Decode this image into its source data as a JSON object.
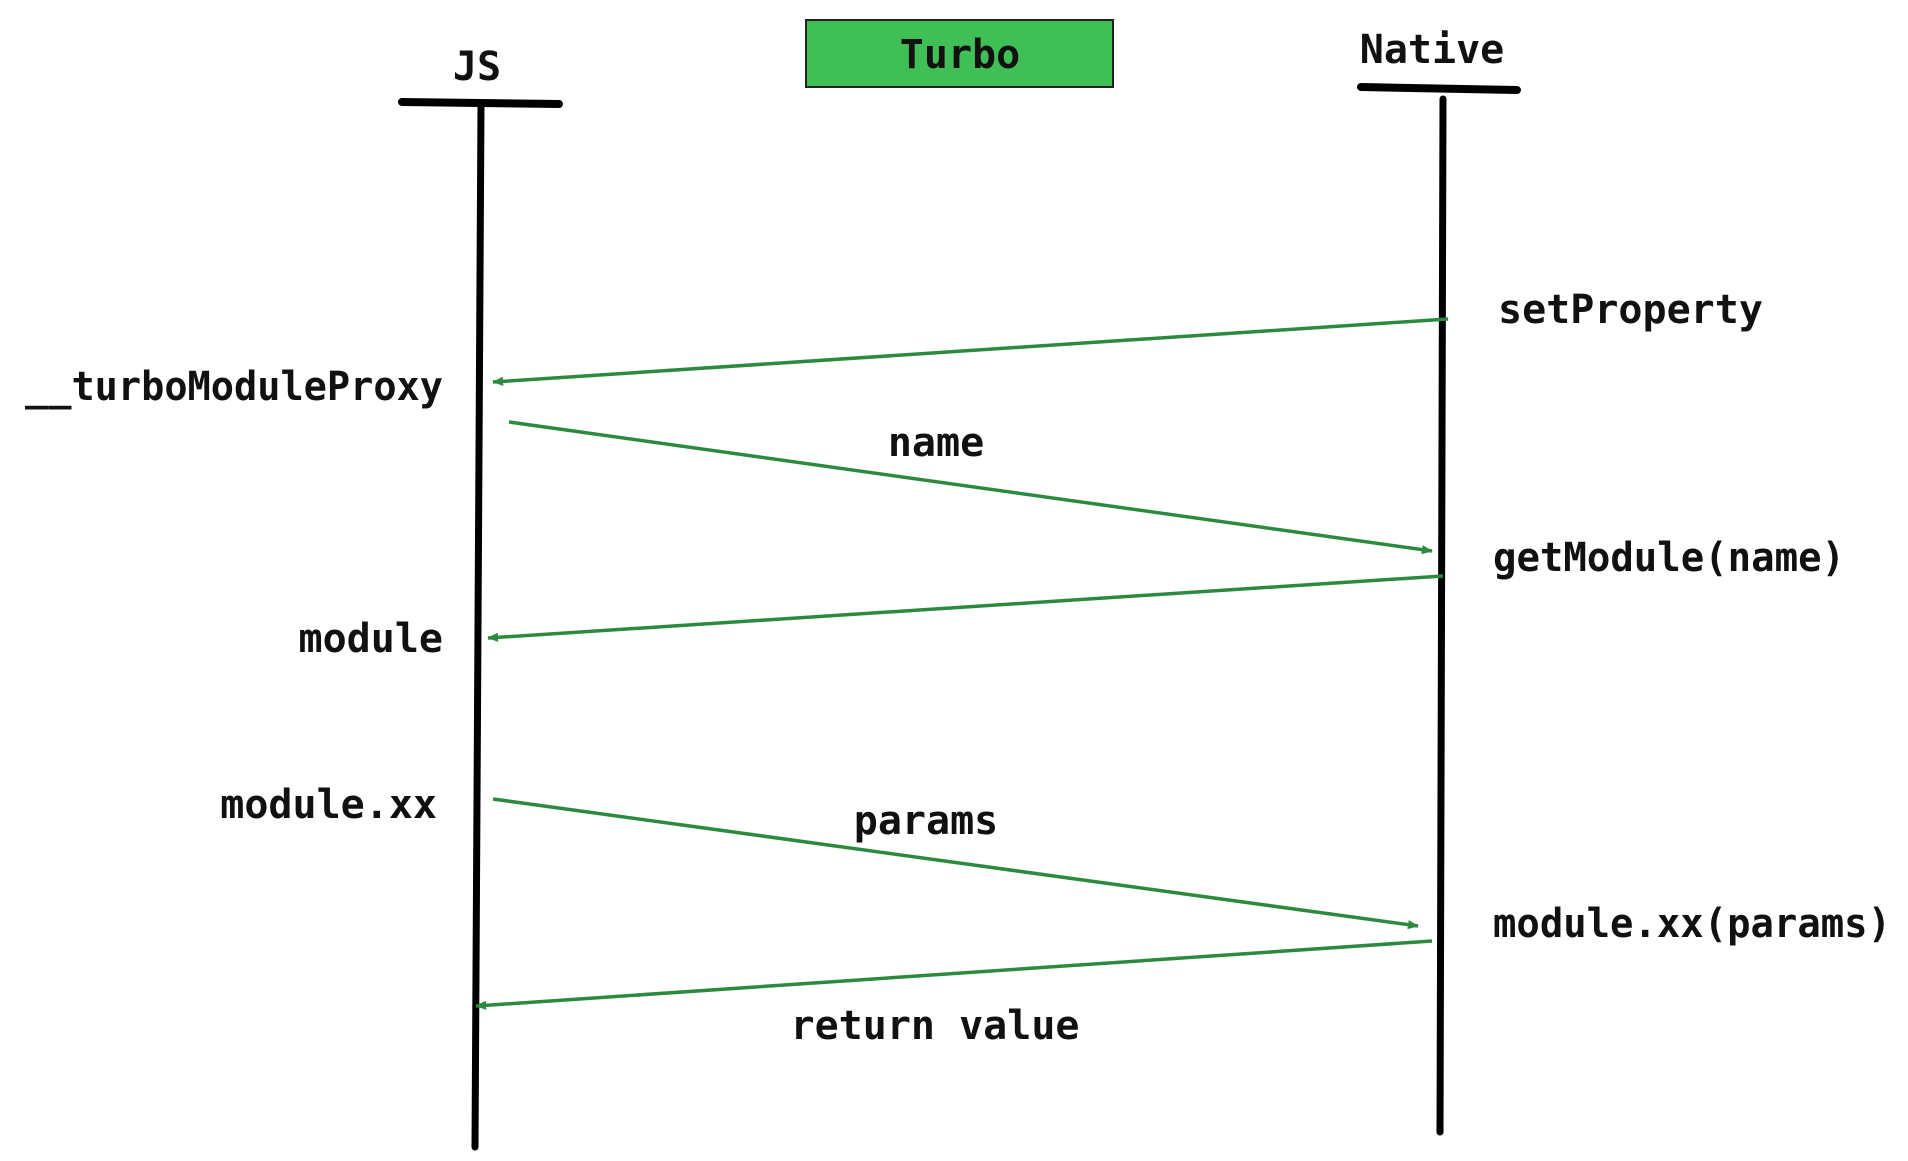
{
  "title_box": {
    "label": "Turbo",
    "fill_color": "#3fbf55",
    "border_color": "#222222"
  },
  "arrow_color": "#2b8a3e",
  "lifelines": {
    "js": {
      "label": "JS"
    },
    "native": {
      "label": "Native"
    }
  },
  "messages": [
    {
      "from": "native",
      "to": "js",
      "message_label": "",
      "js_label": "__turboModuleProxy",
      "native_label": "setProperty"
    },
    {
      "from": "js",
      "to": "native",
      "message_label": "name",
      "js_label": "",
      "native_label": ""
    },
    {
      "from": "native",
      "to": "js",
      "message_label": "",
      "js_label": "module",
      "native_label": "getModule(name)"
    },
    {
      "from": "js",
      "to": "native",
      "message_label": "params",
      "js_label": "module.xx",
      "native_label": ""
    },
    {
      "from": "native",
      "to": "js",
      "message_label": "return value",
      "js_label": "",
      "native_label": "module.xx(params)"
    }
  ]
}
